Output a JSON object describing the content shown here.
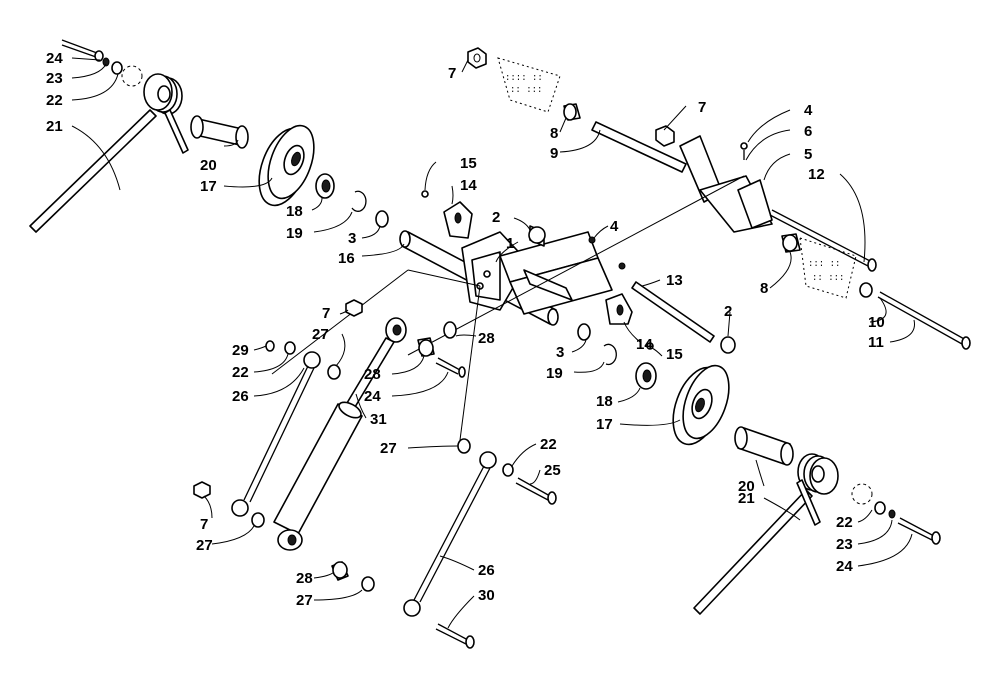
{
  "callouts": [
    {
      "text": "24"
    },
    {
      "text": "23"
    },
    {
      "text": "22"
    },
    {
      "text": "21"
    },
    {
      "text": "20"
    },
    {
      "text": "17"
    },
    {
      "text": "18"
    },
    {
      "text": "19"
    },
    {
      "text": "3"
    },
    {
      "text": "16"
    },
    {
      "text": "15"
    },
    {
      "text": "14"
    },
    {
      "text": "7"
    },
    {
      "text": "8"
    },
    {
      "text": "9"
    },
    {
      "text": "7"
    },
    {
      "text": "4"
    },
    {
      "text": "6"
    },
    {
      "text": "5"
    },
    {
      "text": "12"
    },
    {
      "text": "2"
    },
    {
      "text": "1"
    },
    {
      "text": "4"
    },
    {
      "text": "13"
    },
    {
      "text": "8"
    },
    {
      "text": "10"
    },
    {
      "text": "11"
    },
    {
      "text": "2"
    },
    {
      "text": "14"
    },
    {
      "text": "15"
    },
    {
      "text": "3"
    },
    {
      "text": "19"
    },
    {
      "text": "18"
    },
    {
      "text": "17"
    },
    {
      "text": "28"
    },
    {
      "text": "7"
    },
    {
      "text": "27"
    },
    {
      "text": "29"
    },
    {
      "text": "22"
    },
    {
      "text": "26"
    },
    {
      "text": "28"
    },
    {
      "text": "24"
    },
    {
      "text": "31"
    },
    {
      "text": "27"
    },
    {
      "text": "22"
    },
    {
      "text": "25"
    },
    {
      "text": "20"
    },
    {
      "text": "21"
    },
    {
      "text": "7"
    },
    {
      "text": "27"
    },
    {
      "text": "22"
    },
    {
      "text": "23"
    },
    {
      "text": "24"
    },
    {
      "text": "28"
    },
    {
      "text": "27"
    },
    {
      "text": "26"
    },
    {
      "text": "30"
    }
  ]
}
